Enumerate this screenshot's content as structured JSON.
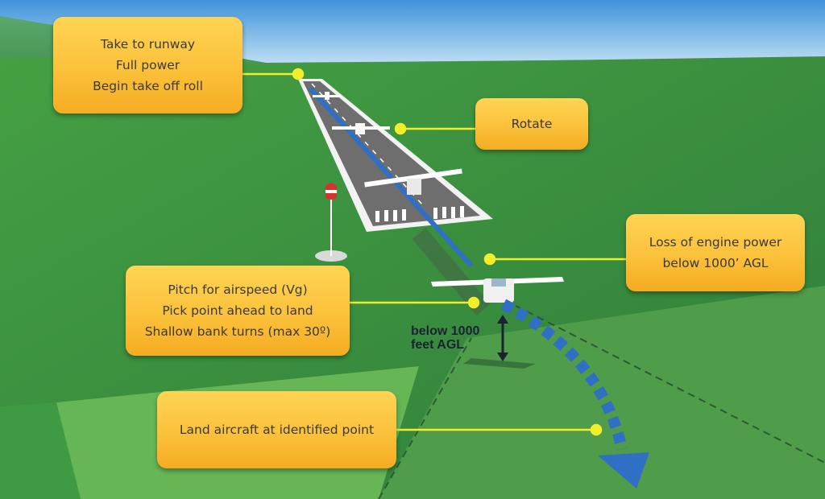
{
  "callouts": {
    "takeoff": [
      "Take to runway",
      "Full power",
      "Begin take off roll"
    ],
    "rotate": [
      "Rotate"
    ],
    "engine_loss": [
      "Loss of engine power",
      "below 1000’ AGL"
    ],
    "pitch": [
      "Pitch for airspeed (Vg)",
      "Pick point ahead to land",
      "Shallow bank turns (max 30º)"
    ],
    "land": [
      "Land aircraft  at identified point"
    ]
  },
  "altitude_label": [
    "below 1000",
    "feet AGL"
  ],
  "colors": {
    "callout": "#fbc13a",
    "leader_line": "#f2ee2a",
    "flight_path": "#2f6fc4",
    "grass": "#3d8f3f",
    "sky": "#5faee6",
    "runway": "#6e6e6e"
  },
  "icons": [
    "aircraft-icon",
    "windsock-icon",
    "altitude-arrow-icon",
    "flight-path-arrow-icon"
  ]
}
